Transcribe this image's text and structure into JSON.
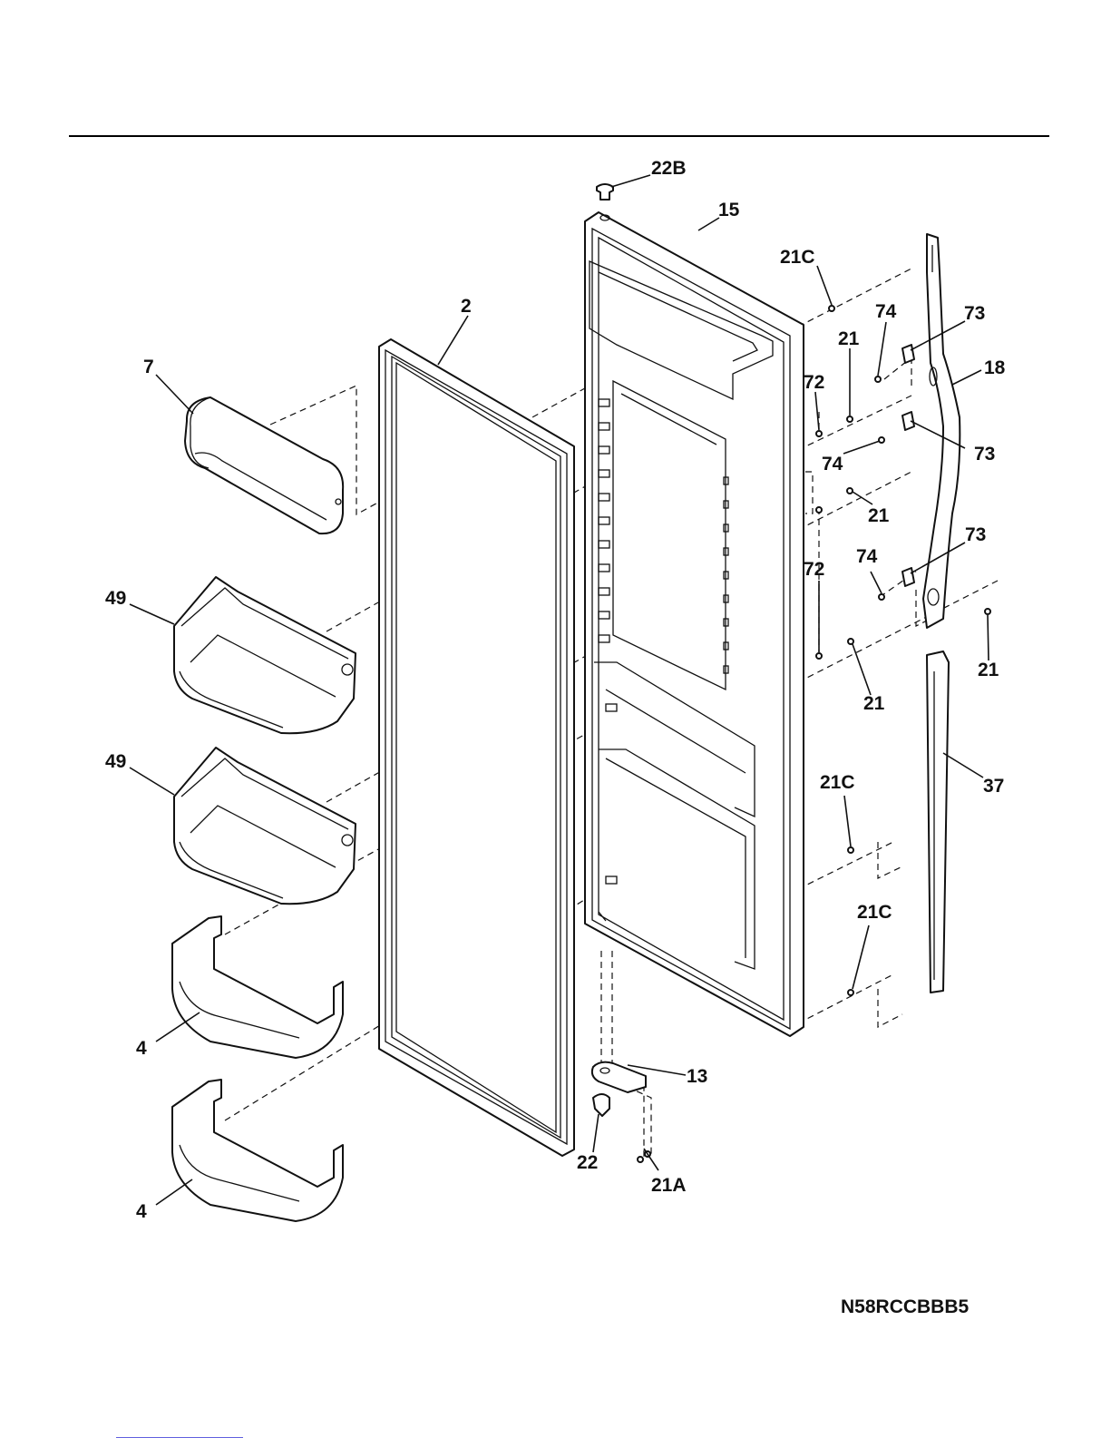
{
  "diagram": {
    "model_code": "N58RCCBBB5",
    "callouts": {
      "c22B": "22B",
      "c15": "15",
      "c21C_top": "21C",
      "c74_a": "74",
      "c73_a": "73",
      "c2": "2",
      "c21_a": "21",
      "c18": "18",
      "c7": "7",
      "c72_a": "72",
      "c74_b": "74",
      "c73_b": "73",
      "c21_b": "21",
      "c49_a": "49",
      "c74_c": "74",
      "c73_c": "73",
      "c72_b": "72",
      "c21_c": "21",
      "c21_d": "21",
      "c49_b": "49",
      "c21C_mid": "21C",
      "c37": "37",
      "c21C_low": "21C",
      "c4_a": "4",
      "c13": "13",
      "c22": "22",
      "c21A": "21A",
      "c4_b": "4"
    }
  }
}
